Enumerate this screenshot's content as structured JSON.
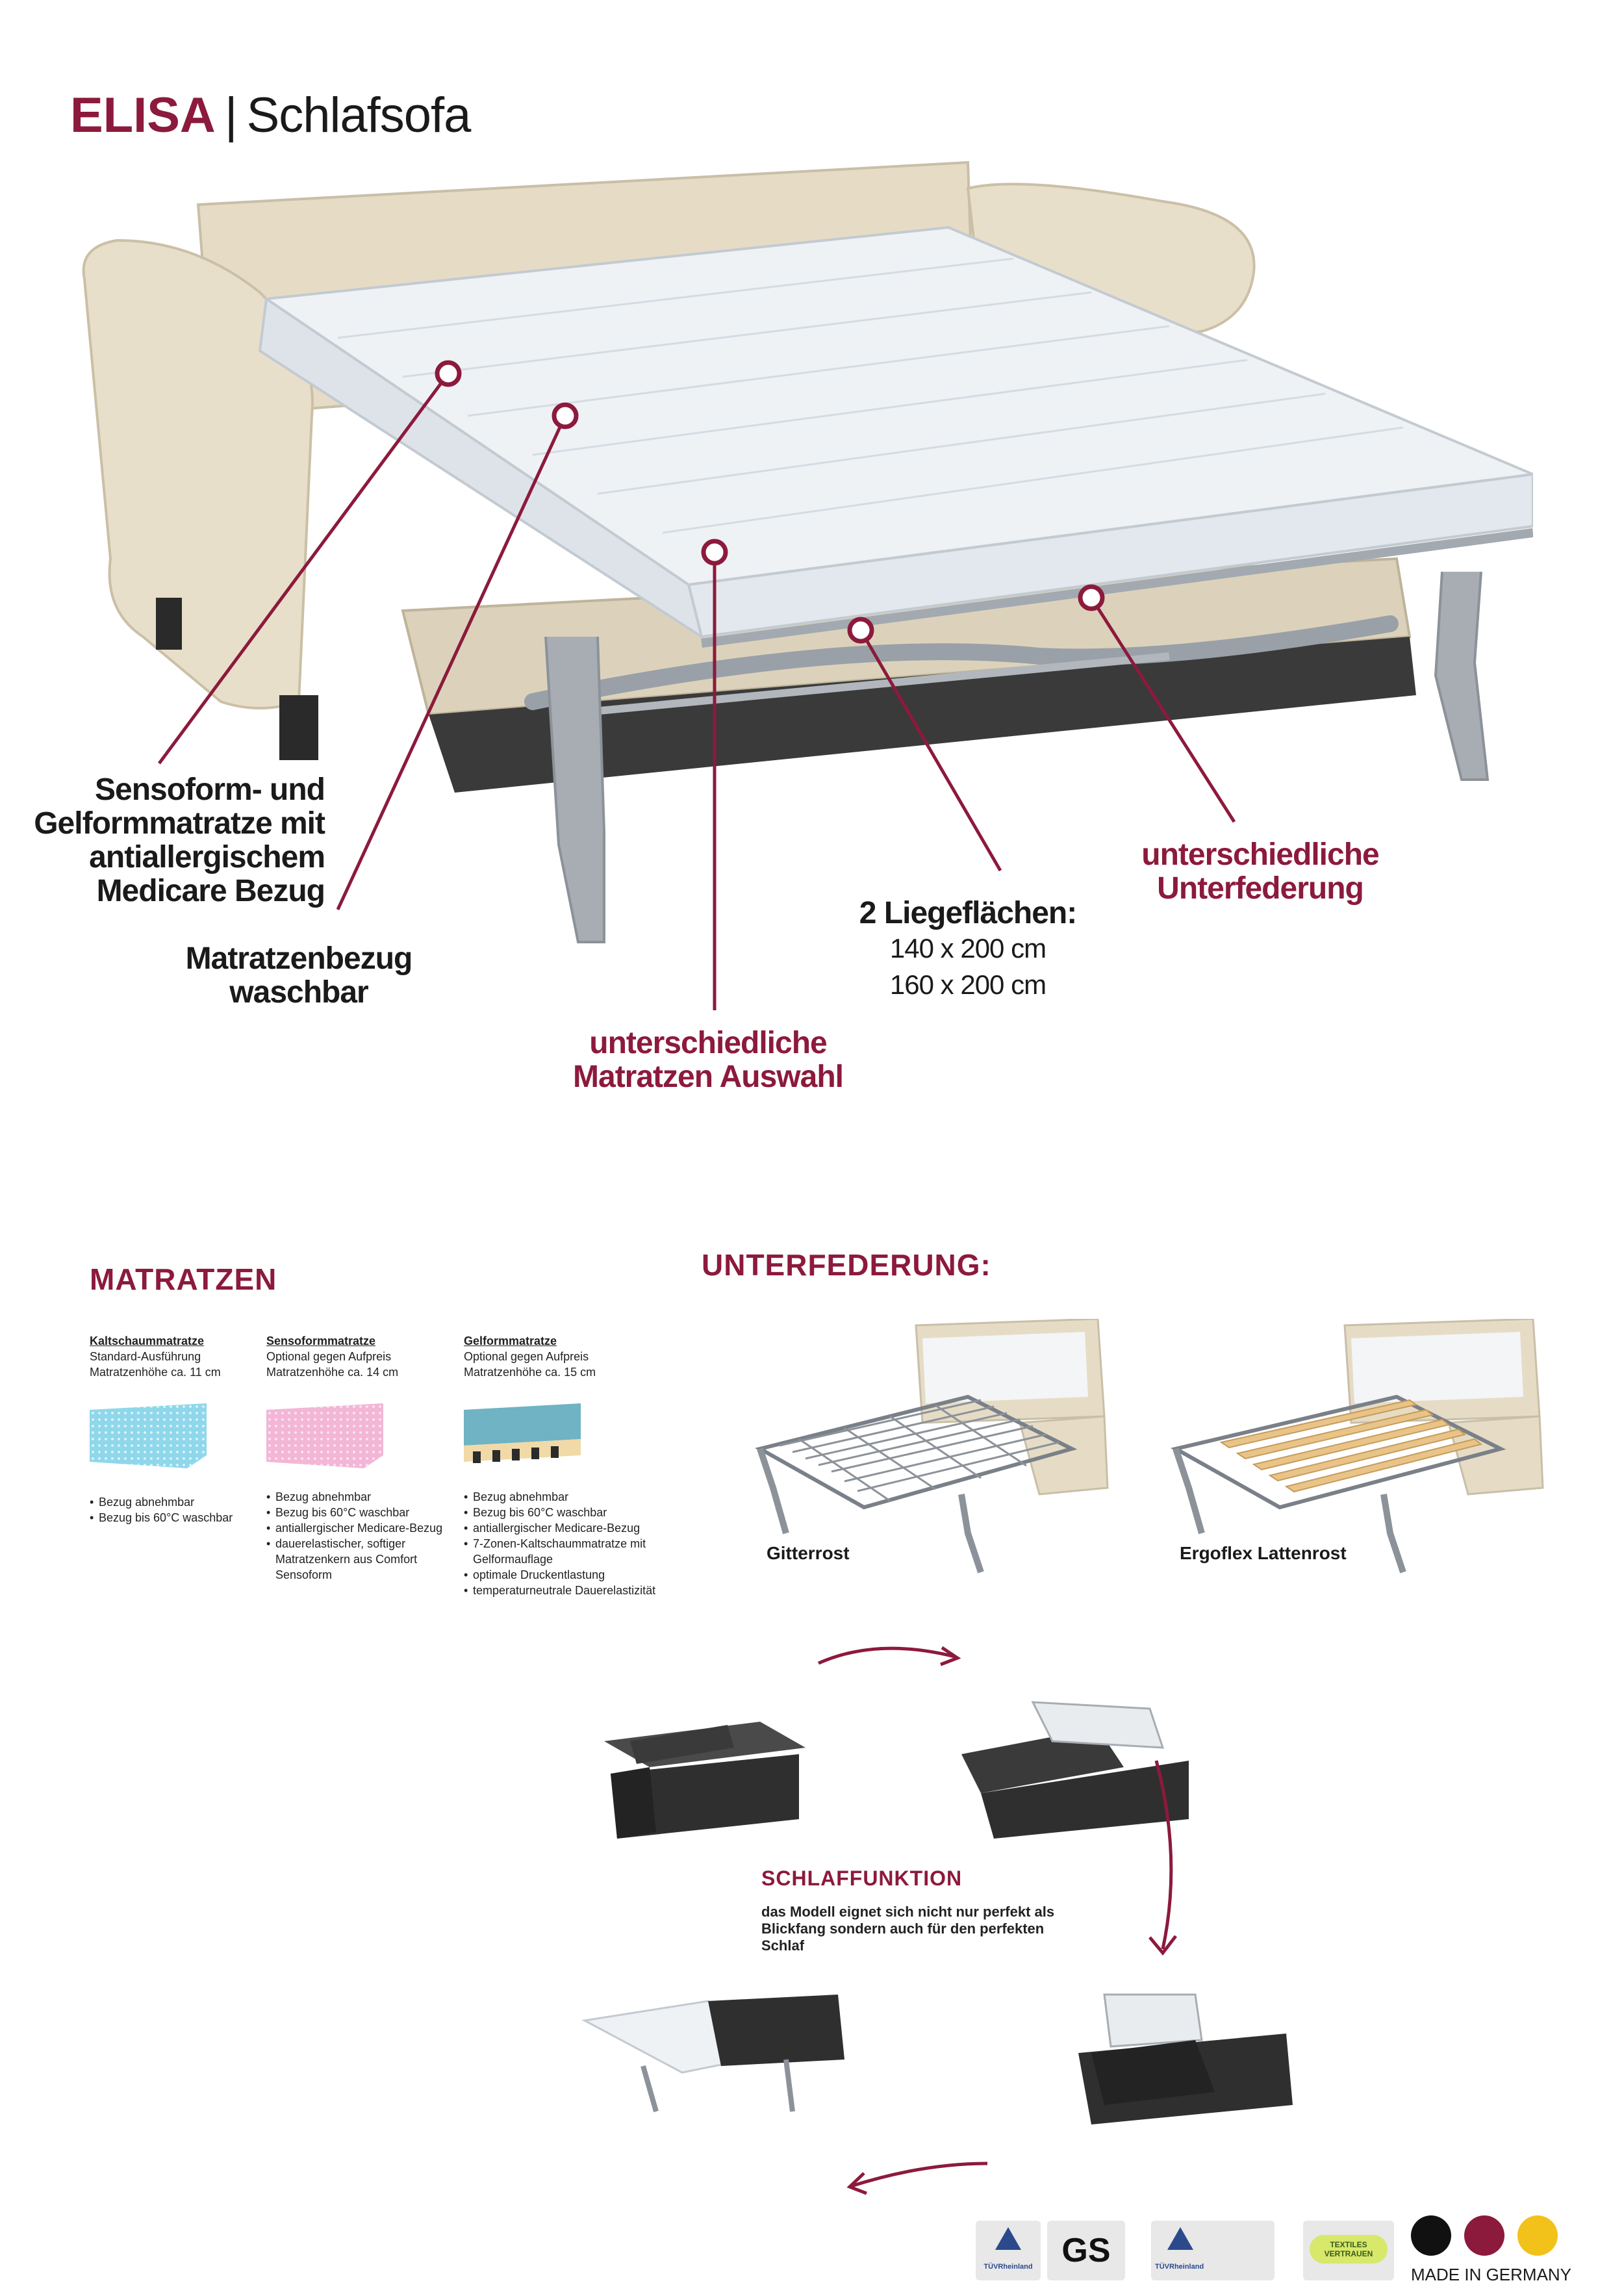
{
  "header": {
    "brand": "ELISA",
    "separator": "|",
    "subtitle": "Schlafsofa"
  },
  "callouts": {
    "mattress_material": [
      "Sensoform- und",
      "Gelformmatratze mit",
      "antiallergischem",
      "Medicare Bezug"
    ],
    "washable": [
      "Matratzenbezug",
      "waschbar"
    ],
    "mattress_choice": [
      "unterschiedliche",
      "Matratzen Auswahl"
    ],
    "sleep_surfaces": {
      "title": "2 Liegeflächen:",
      "sizes": [
        "140 x 200 cm",
        "160 x 200 cm"
      ]
    },
    "springs": [
      "unterschiedliche",
      "Unterfederung"
    ]
  },
  "mattresses": {
    "heading": "MATRATZEN",
    "items": [
      {
        "name": "Kaltschaummatratze",
        "lines": [
          "Standard-Ausführung",
          "Matratzenhöhe ca. 11 cm"
        ],
        "features": [
          "Bezug abnehmbar",
          "Bezug bis 60°C waschbar"
        ],
        "swatch": "#8fd7ea"
      },
      {
        "name": "Sensoformmatratze",
        "lines": [
          "Optional gegen Aufpreis",
          "Matratzenhöhe ca. 14 cm"
        ],
        "features": [
          "Bezug abnehmbar",
          "Bezug bis 60°C waschbar",
          "antiallergischer Medicare-Bezug",
          "dauerelastischer, softiger Matratzenkern aus Comfort Sensoform"
        ],
        "swatch": "#f3b6d6"
      },
      {
        "name": "Gelformmatratze",
        "lines": [
          "Optional gegen Aufpreis",
          "Matratzenhöhe ca. 15 cm"
        ],
        "features": [
          "Bezug abnehmbar",
          "Bezug bis 60°C waschbar",
          "antiallergischer Medicare-Bezug",
          "7-Zonen-Kaltschaummatratze mit Gelformauflage",
          "optimale Druckentlastung",
          "temperaturneutrale Dauerelastizität"
        ],
        "swatch": "#6fb3c4"
      }
    ]
  },
  "springs": {
    "heading": "UNTERFEDERUNG:",
    "items": [
      {
        "caption": "Gitterrost"
      },
      {
        "caption": "Ergoflex Lattenrost"
      }
    ]
  },
  "sleep_function": {
    "heading": "SCHLAFFUNKTION",
    "text": "das Modell eignet sich nicht nur perfekt als Blickfang sondern auch für den perfekten Schlaf"
  },
  "footer": {
    "made_in": "MADE IN GERMANY",
    "cert_tuv": "TÜVRheinland",
    "cert_gs": "GS",
    "cert_textiles": "TEXTILES VERTRAUEN",
    "colors": [
      "#111111",
      "#8c1a3c",
      "#f2c21b"
    ]
  },
  "colors": {
    "accent": "#8c1a3c",
    "fabric": "#e7dec9",
    "mattress": "#eef2f5",
    "frame": "#9aa0a8"
  }
}
